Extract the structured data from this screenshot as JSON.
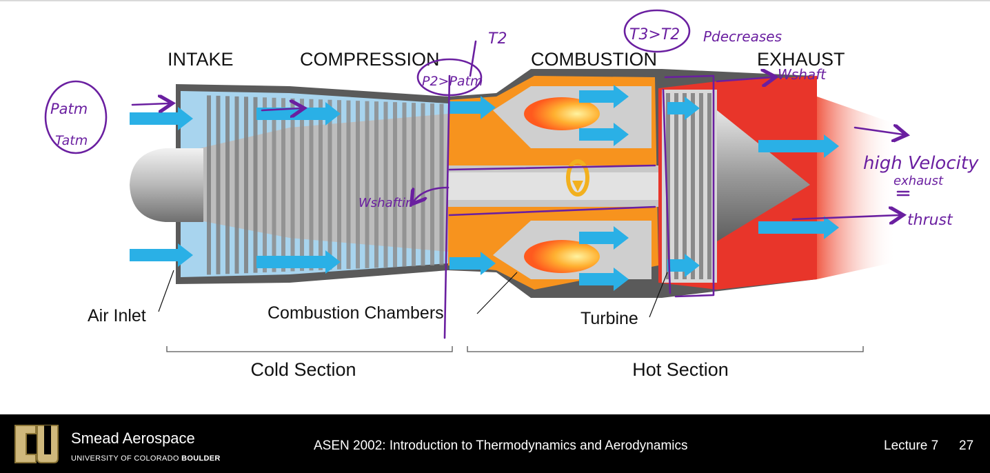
{
  "diagram": {
    "stage_labels": [
      "INTAKE",
      "COMPRESSION",
      "COMBUSTION",
      "EXHAUST"
    ],
    "part_labels": {
      "air_inlet": "Air Inlet",
      "combustion_chambers": "Combustion Chambers",
      "turbine": "Turbine"
    },
    "section_labels": {
      "cold": "Cold Section",
      "hot": "Hot Section"
    },
    "colors": {
      "casing": "#5a5a5a",
      "compressor_blue": "#a8d4ee",
      "flow_arrow": "#2ab0e6",
      "combustion_orange": "#f7931e",
      "exhaust_red": "#e8352a"
    }
  },
  "annotations": {
    "p_atm": "Patm",
    "t_atm": "Tatm",
    "p2_gt_patm": "P2>Patm",
    "t2": "T2",
    "t3_gt_t2": "T3>T2",
    "p_decreases": "Pdecreases",
    "w_shaft": "Wshaft",
    "w_shaft_in": "Wshaftin",
    "high_velocity": "high Velocity",
    "exhaust": "exhaust",
    "thrust": "thrust"
  },
  "footer": {
    "brand": "Smead Aerospace",
    "brand_sub_1": "UNIVERSITY OF COLORADO ",
    "brand_sub_2": "BOULDER",
    "course": "ASEN 2002: Introduction to Thermodynamics and Aerodynamics",
    "lecture": "Lecture 7",
    "page": "27"
  }
}
